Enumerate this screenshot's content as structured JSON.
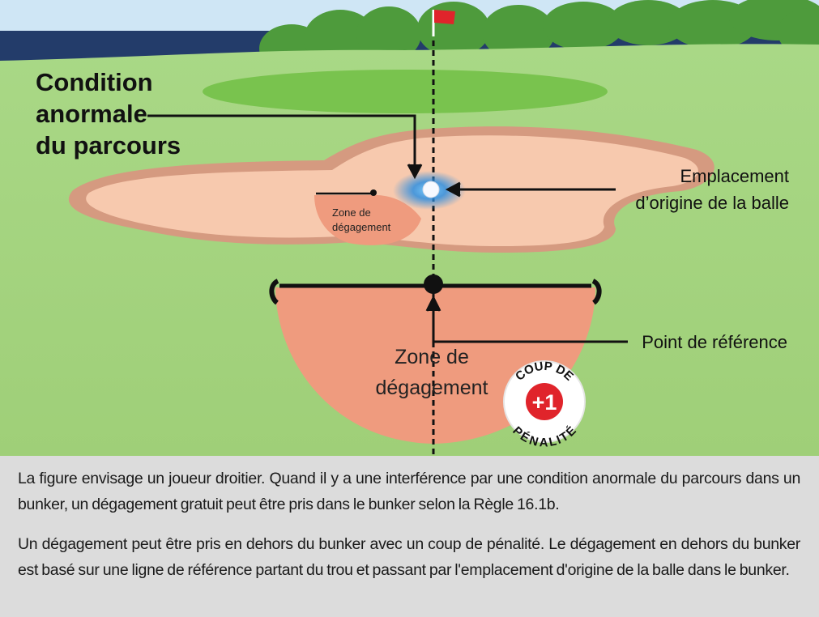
{
  "labels": {
    "condition_line1": "Condition",
    "condition_line2": "anormale",
    "condition_line3": "du parcours",
    "origin_line1": "Emplacement",
    "origin_line2": "d’origine de la balle",
    "small_zone_line1": "Zone de",
    "small_zone_line2": "dégagement",
    "reference_point": "Point de référence",
    "big_zone_line1": "Zone de",
    "big_zone_line2": "dégagement"
  },
  "badge": {
    "top": "COUP DE",
    "value": "+1",
    "bottom": "PÉNALITÉ"
  },
  "caption": {
    "paragraph1": "La figure envisage un joueur droitier. Quand il y a une interférence par une condition anormale du parcours dans un bunker, un dégagement gratuit peut être pris dans le bunker selon la Règle 16.1b.",
    "paragraph2": "Un dégagement peut être pris en dehors du bunker avec un coup de pénalité.  Le dégagement en dehors du bunker est basé sur une ligne de référence partant du trou et passant par l'emplacement d'origine de la balle dans le bunker."
  },
  "colors": {
    "sky": "#233c6a",
    "grass": "#9fd07a",
    "green_putting": "#79c34e",
    "sand": "#f7c9ae",
    "relief_zone": "#ef9b7e",
    "flag": "#e0242b",
    "ball_glow": "#2f8fe0"
  }
}
